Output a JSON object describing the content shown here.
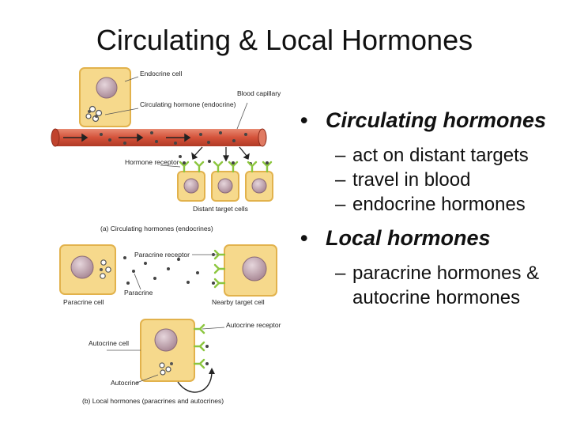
{
  "title": "Circulating & Local Hormones",
  "diagram": {
    "endocrine_cell": "Endocrine cell",
    "circulating_hormone": "Circulating hormone (endocrine)",
    "blood_capillary": "Blood capillary",
    "hormone_receptor": "Hormone receptor",
    "distant_target_cells": "Distant target cells",
    "caption_a": "(a) Circulating hormones (endocrines)",
    "paracrine_receptor": "Paracrine receptor",
    "paracrine": "Paracrine",
    "paracrine_cell": "Paracrine cell",
    "nearby_target_cell": "Nearby target cell",
    "autocrine_receptor": "Autocrine receptor",
    "autocrine_cell": "Autocrine cell",
    "autocrine": "Autocrine",
    "caption_b": "(b) Local hormones (paracrines and autocrines)",
    "colors": {
      "cell_fill": "#f6d98c",
      "cell_stroke": "#e2b24c",
      "nucleus": "#b89aa4",
      "vessel": "#d4523a",
      "receptor": "#8cc63f"
    }
  },
  "bullets": [
    {
      "heading": "Circulating hormones",
      "subs": [
        "act on distant targets",
        "travel in blood",
        "endocrine hormones"
      ]
    },
    {
      "heading": "Local hormones",
      "subs": [
        "paracrine hormones & autocrine hormones"
      ]
    }
  ]
}
